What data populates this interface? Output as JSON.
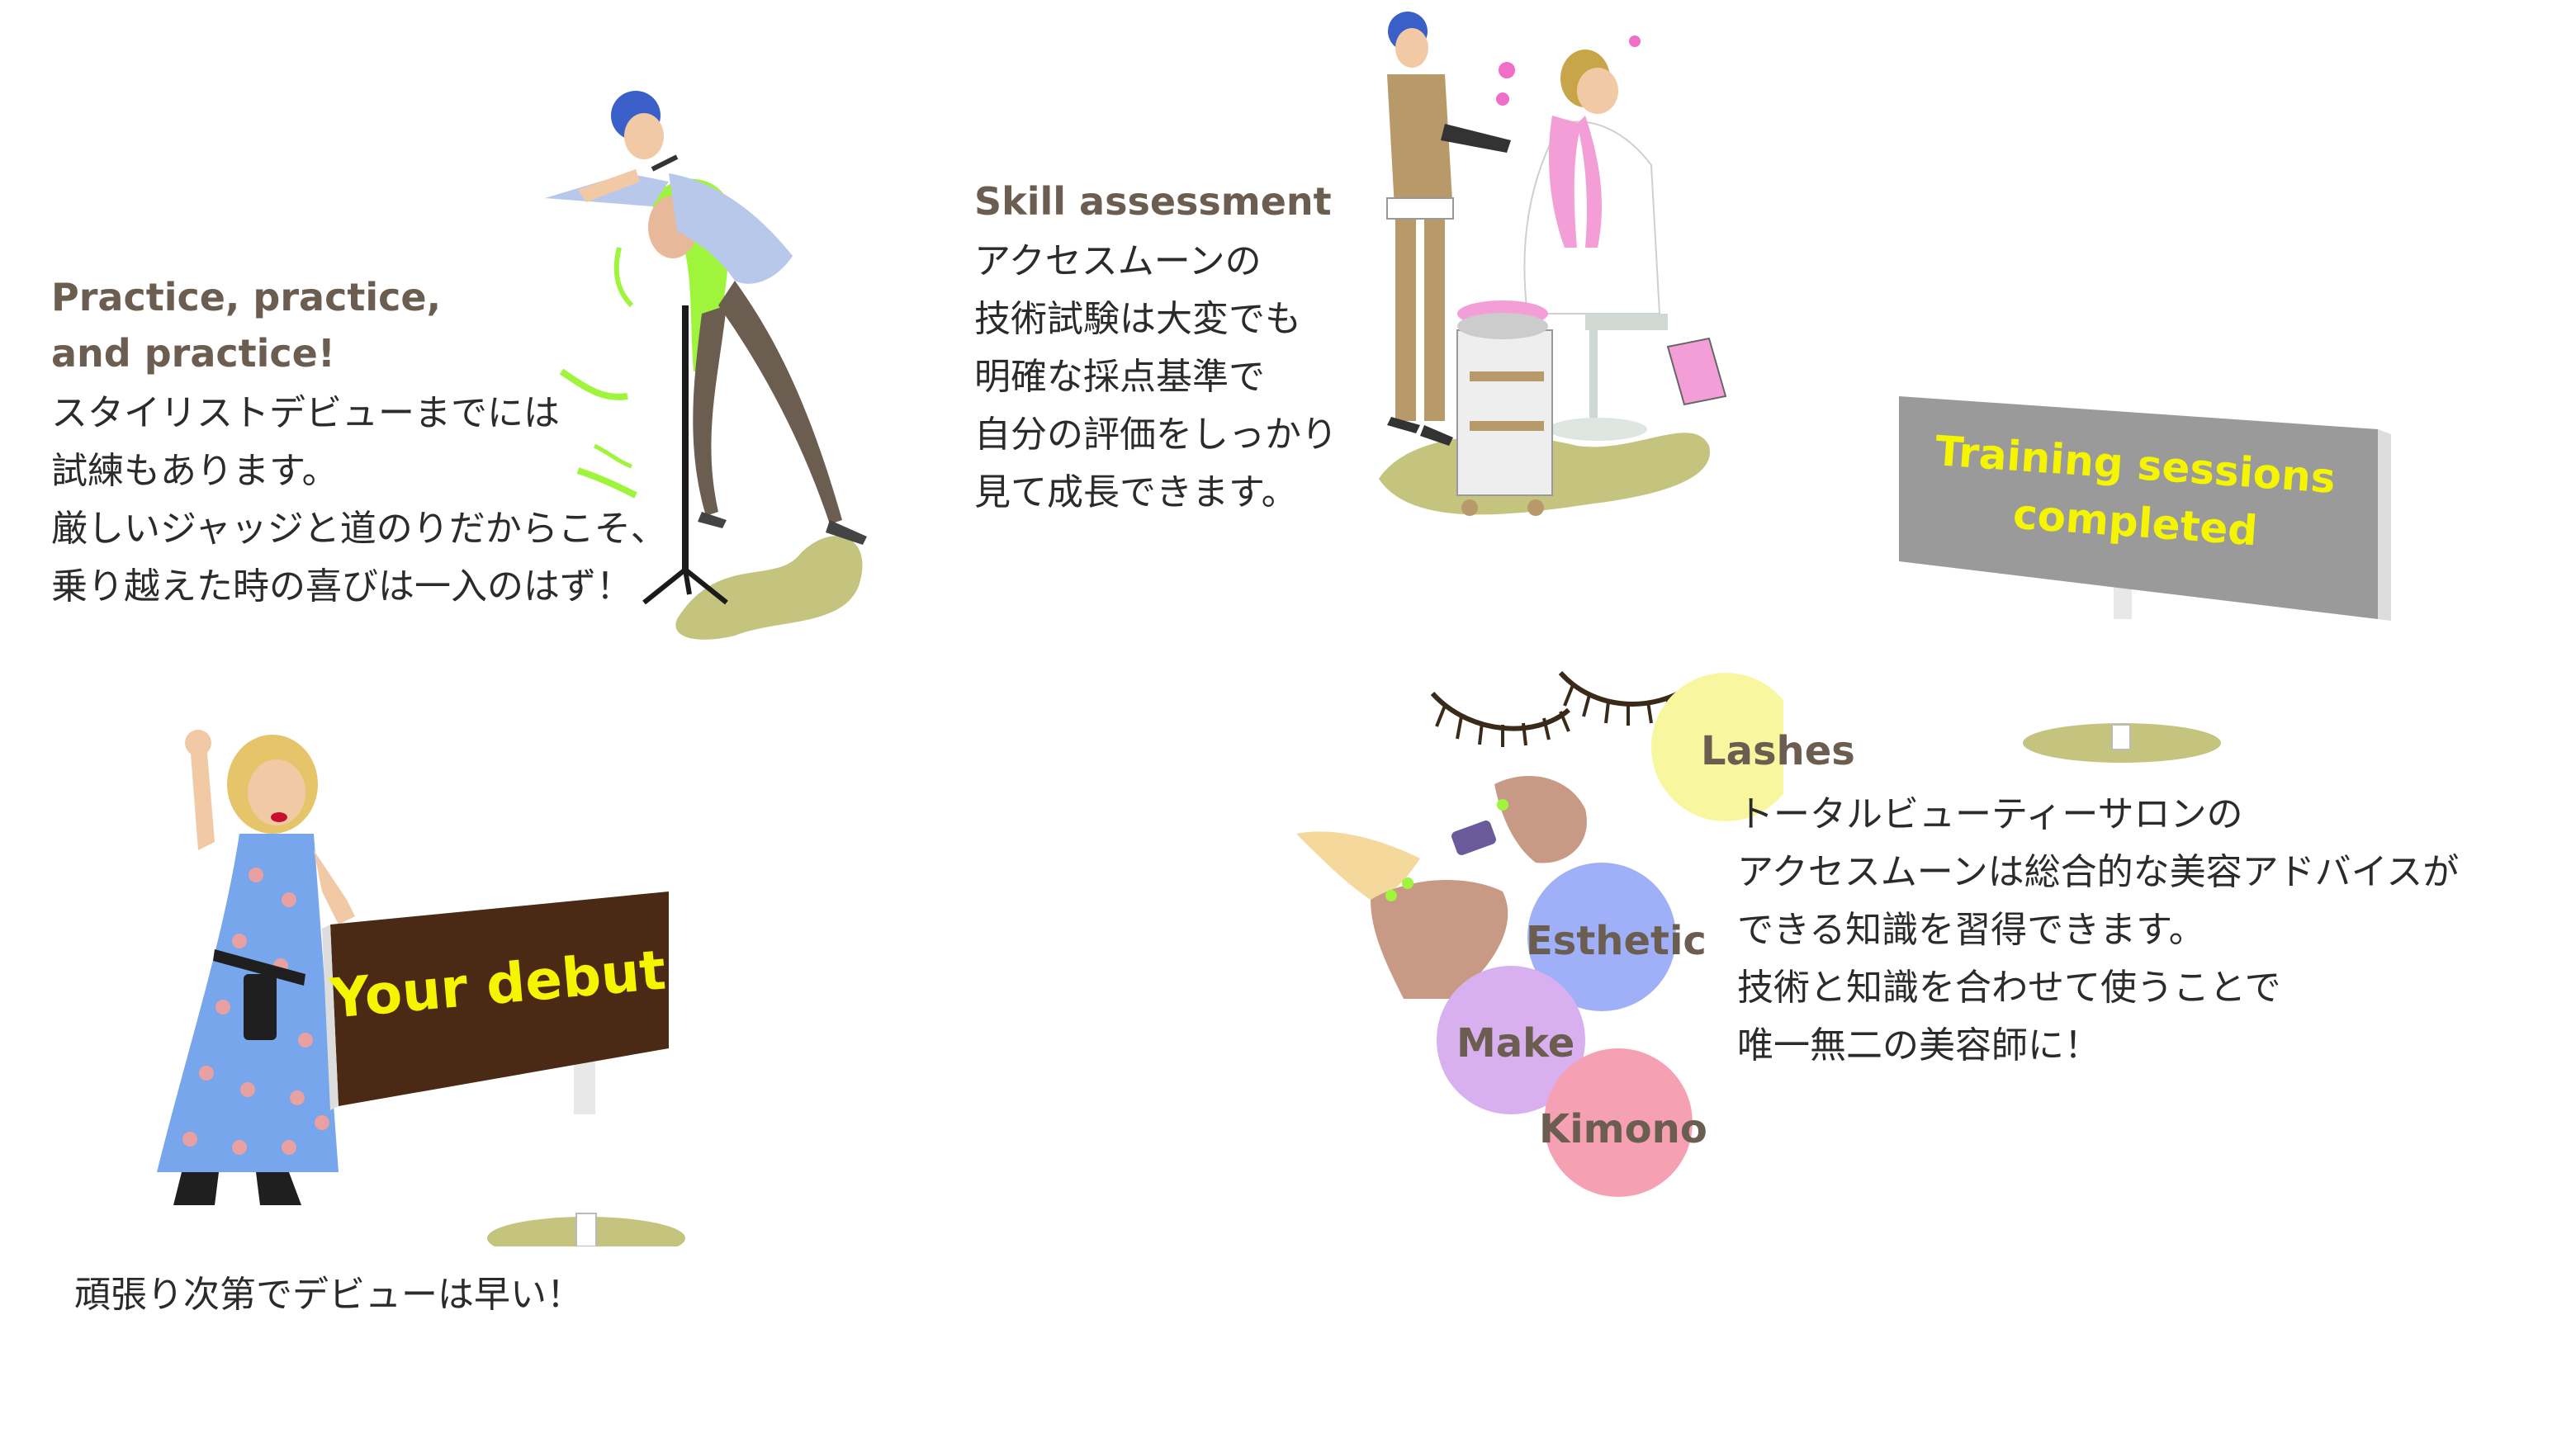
{
  "practice": {
    "heading_lines": [
      "Practice, practice,",
      "and practice!"
    ],
    "body_lines": [
      "スタイリストデビューまでには",
      "試練もあります。",
      "厳しいジャッジと道のりだからこそ、",
      "乗り越えた時の喜びは一入のはず！"
    ]
  },
  "skill": {
    "heading": "Skill assessment",
    "body_lines": [
      "アクセスムーンの",
      "技術試験は大変でも",
      "明確な採点基準で",
      "自分の評価をしっかり",
      "見て成長できます。"
    ]
  },
  "training_sign": {
    "lines": [
      "Training sessions",
      "completed"
    ],
    "board_color": "#9a9a9a",
    "text_color": "#f5f500"
  },
  "debut_sign": {
    "label": "Your debut",
    "board_color": "#4a2a14",
    "text_color": "#f5f500"
  },
  "debut_caption": "頑張り次第でデビューは早い！",
  "beauty": {
    "circles": [
      {
        "label": "Lashes",
        "color": "#f8f7a0"
      },
      {
        "label": "Esthetic",
        "color": "#9fb0f8"
      },
      {
        "label": "Make",
        "color": "#d8b0f0"
      },
      {
        "label": "Kimono",
        "color": "#f6a0b4"
      }
    ],
    "body_lines": [
      "トータルビューティーサロンの",
      "アクセスムーンは総合的な美容アドバイスが",
      "できる知識を習得できます。",
      "技術と知識を合わせて使うことで",
      "唯一無二の美容師に！"
    ]
  },
  "colors": {
    "heading": "#6b5d4f",
    "ground_shadow": "#c4c47e",
    "neon_green": "#9ef53c"
  },
  "icons": [
    "hairdresser-practice-illustration",
    "haircut-assessment-illustration",
    "debut-woman-illustration",
    "eyelashes-icon",
    "nail-painting-hands-icon"
  ]
}
